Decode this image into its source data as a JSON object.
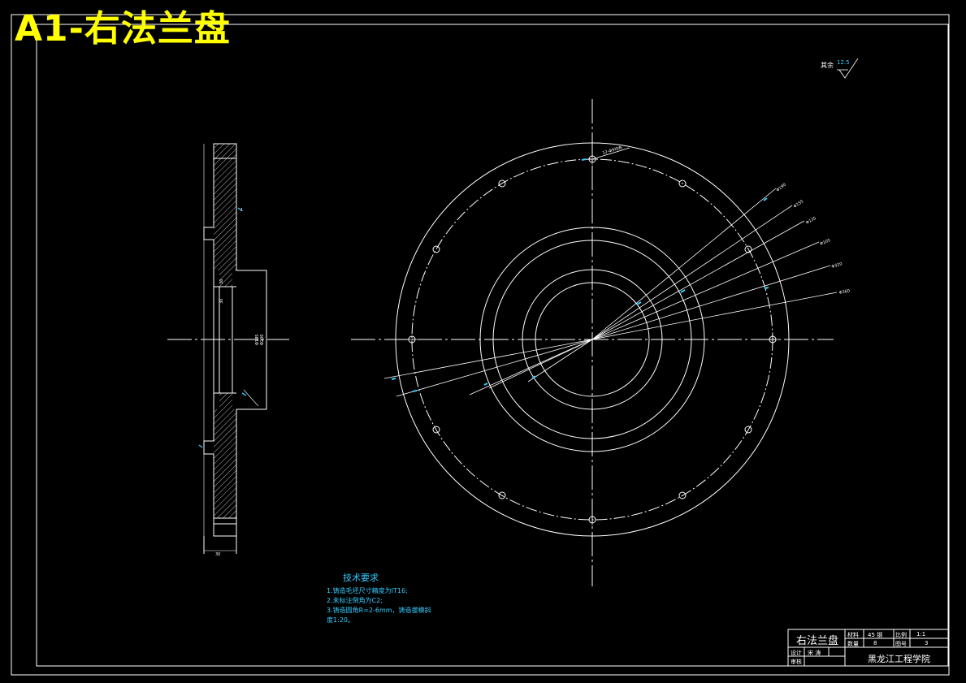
{
  "banner": "A1-右法兰盘",
  "tech_requirements": {
    "title": "技术要求",
    "items": [
      "1.铸造毛坯尺寸精度为IT16;",
      "2.未标注倒角为C2;",
      "3.铸造圆角R=2-6mm，铸造拔模斜",
      "度1:20。"
    ]
  },
  "roughness": {
    "label": "其余",
    "value": "12.5"
  },
  "title_block": {
    "part_name": "右法兰盘",
    "material_label": "材料",
    "material_value": "45 钢",
    "scale_label": "比例",
    "scale_value": "1:1",
    "quantity_label": "数量",
    "quantity_value": "8",
    "drawing_no_label": "图号",
    "drawing_no_value": "3",
    "design_label": "设计",
    "designer": "宋 涛",
    "review_label": "审核",
    "school": "黑龙江工程学院"
  },
  "colors": {
    "line": "#ffffff",
    "dim": "#33ccff",
    "banner": "#ffff00",
    "hatch": "#ffffff"
  }
}
